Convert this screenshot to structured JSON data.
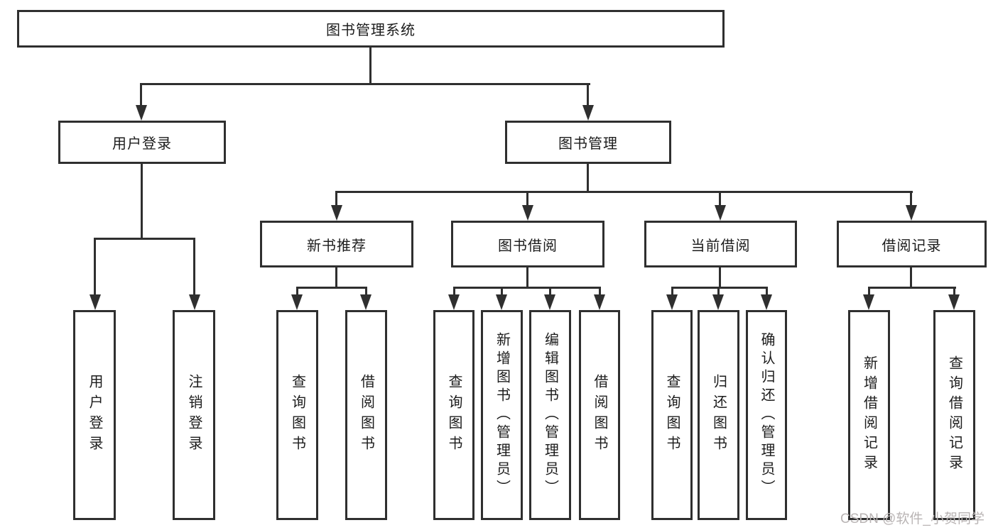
{
  "root": {
    "label": "图书管理系统"
  },
  "level2": {
    "user_login": "用户登录",
    "book_management": "图书管理"
  },
  "level3": {
    "new_book_recommend": "新书推荐",
    "book_borrow": "图书借阅",
    "current_borrow": "当前借阅",
    "borrow_records": "借阅记录"
  },
  "leaves": {
    "login": [
      "用户登录",
      "注销登录"
    ],
    "newbook": [
      "查询图书",
      "借阅图书"
    ],
    "borrow": [
      "查询图书",
      "新增图书（管理员）",
      "编辑图书（管理员）",
      "借阅图书"
    ],
    "current": [
      "查询图书",
      "归还图书",
      "确认归还（管理员）"
    ],
    "records": [
      "新增借阅记录",
      "查询借阅记录"
    ]
  },
  "watermark": {
    "text": "CSDN @软件_小贺同学"
  },
  "colors": {
    "line": "#2f2f2f",
    "text": "#1c1c1c",
    "box_bg": "#ffffff",
    "page_bg": "#ffffff",
    "watermark": "#b9b4b4"
  }
}
